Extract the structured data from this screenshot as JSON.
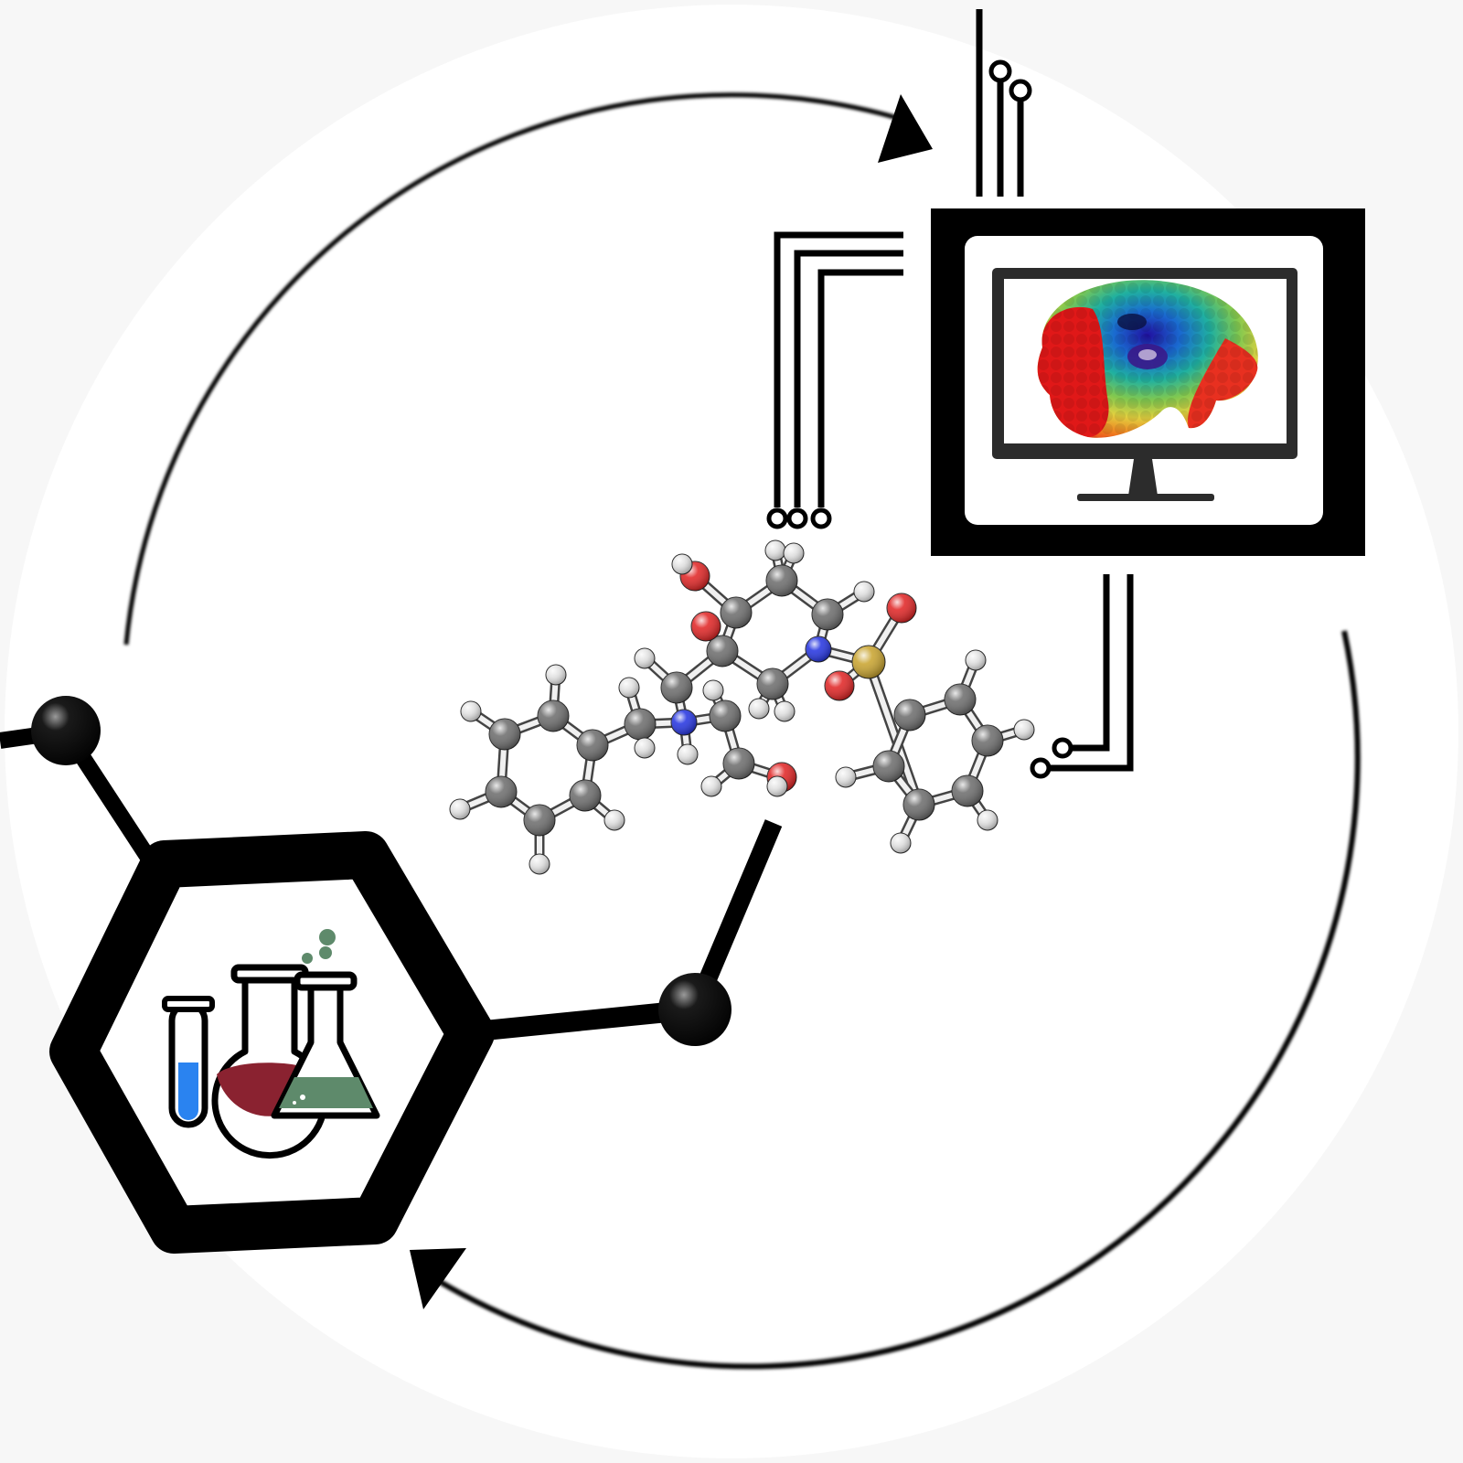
{
  "diagram": {
    "kind": "cycle",
    "nodes": [
      {
        "id": "wet-lab",
        "icon": "lab-glassware-icon"
      },
      {
        "id": "computer",
        "icon": "protein-monitor-icon"
      },
      {
        "id": "molecule",
        "icon": "ball-and-stick-molecule-icon"
      }
    ],
    "edges": [
      {
        "from": "wet-lab",
        "to": "computer",
        "style": "arrow"
      },
      {
        "from": "computer",
        "to": "molecule",
        "style": "circuit-traces"
      },
      {
        "from": "computer",
        "to": "wet-lab",
        "style": "arrow"
      }
    ]
  },
  "colors": {
    "background": "#f7f7f7",
    "disc": "#ffffff",
    "ink": "#000000",
    "test_tube_liquid": "#2a83f0",
    "round_flask_liquid": "#8a2230",
    "erlenmeyer_liquid": "#5e8a6b",
    "atom_carbon": "#6a6a6a",
    "atom_hydrogen": "#e4e4e4",
    "atom_oxygen": "#e02020",
    "atom_nitrogen": "#2030e0",
    "atom_sulfur": "#c8a22a",
    "monitor_body": "#2c2c2c"
  }
}
